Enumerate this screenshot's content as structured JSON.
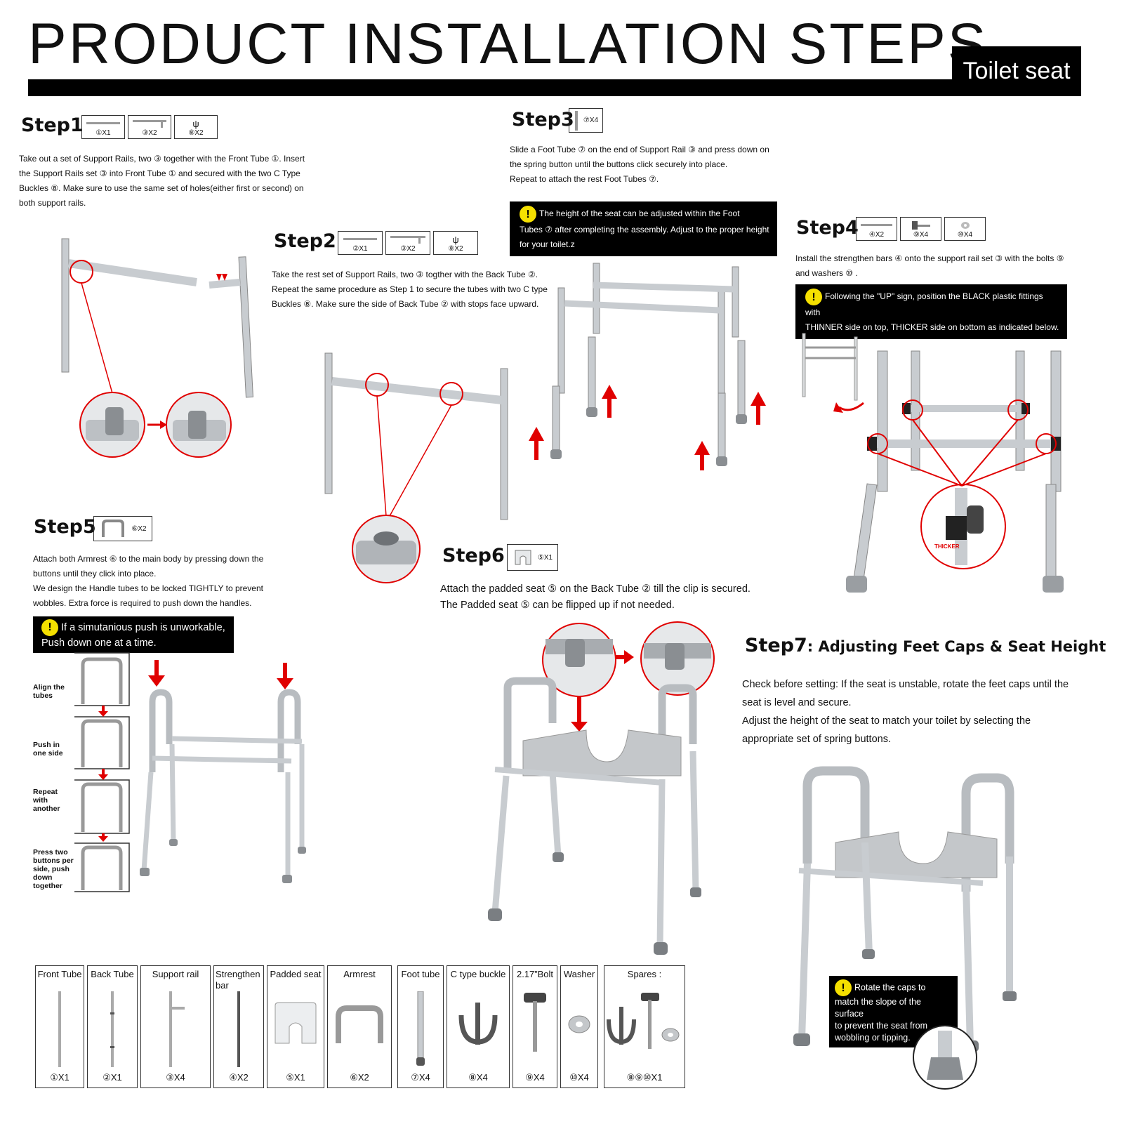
{
  "header": {
    "title": "PRODUCT INSTALLATION STEPS",
    "badge": "Toilet seat"
  },
  "step1": {
    "heading": "Step1",
    "parts": [
      "①X1",
      "③X2",
      "⑧X2"
    ],
    "lines": [
      "Take out a set of Support Rails, two ③  together with the Front Tube ①. Insert",
      "the Support Rails set ③ into Front Tube ① and secured with the two C Type",
      "Buckles ⑧. Make sure to use the same set of holes(either first or second) on",
      "both support rails."
    ]
  },
  "step2": {
    "heading": "Step2",
    "parts": [
      "②X1",
      "③X2",
      "⑧X2"
    ],
    "lines": [
      "Take the rest set of Support Rails, two ③  togther with the Back Tube ②.",
      "Repeat the same procedure as Step 1 to secure the tubes with two C type",
      "Buckles ⑧. Make sure the side of Back Tube ② with stops  face upward."
    ]
  },
  "step3": {
    "heading": "Step3",
    "parts": [
      "⑦X4"
    ],
    "lines": [
      "Slide a Foot Tube ⑦ on the end of Support Rail ③ and press down on",
      "the spring button until the buttons click securely into place.",
      "Repeat to attach the rest Foot Tubes ⑦."
    ],
    "note": [
      "The height of the seat can be adjusted within the Foot",
      "Tubes ⑦ after completing the assembly. Adjust to the proper height",
      "for your toilet.z"
    ]
  },
  "step4": {
    "heading": "Step4",
    "parts": [
      "④X2",
      "⑨X4",
      "⑩X4"
    ],
    "lines": [
      "Install the strengthen bars ④ onto the support rail set ③ with the bolts ⑨",
      "and washers ⑩ ."
    ],
    "note": [
      "Following the \"UP\" sign, position the BLACK plastic fittings with",
      "THINNER side on top, THICKER side on bottom as indicated below."
    ],
    "callout": "THICKER"
  },
  "step5": {
    "heading": "Step5",
    "parts": [
      "⑥X2"
    ],
    "lines": [
      "Attach both Armrest ⑥ to the main body by pressing down the",
      "buttons until they click into place.",
      "We design the Handle tubes to be locked TIGHTLY to prevent",
      "wobbles. Extra force is required to push down the handles."
    ],
    "note": [
      "If a simutanious push is unworkable,",
      "Push down one at a time."
    ],
    "substeps": [
      "Align the tubes",
      "Push in one side",
      "Repeat with another",
      "Press two buttons per side, push down together"
    ]
  },
  "step6": {
    "heading": "Step6",
    "parts": [
      "⑤X1"
    ],
    "lines": [
      "Attach the padded seat  ⑤ on the Back Tube ② till the clip is secured.",
      "The Padded seat ⑤ can be flipped up if not needed."
    ]
  },
  "step7": {
    "heading": "Step7",
    "subheading": ": Adjusting Feet Caps & Seat Height",
    "lines": [
      "Check before setting: If the seat is unstable, rotate the feet caps until the",
      "seat is level and secure.",
      "Adjust the height of the seat to match your toilet by selecting the",
      "appropriate set of spring buttons."
    ],
    "note": [
      "Rotate the caps to",
      "match the slope of the surface",
      "to prevent the seat from",
      "wobbling or tipping."
    ]
  },
  "parts_table": [
    {
      "name": "Front Tube",
      "qty": "①X1"
    },
    {
      "name": "Back Tube",
      "qty": "②X1"
    },
    {
      "name": "Support rail",
      "qty": "③X4"
    },
    {
      "name": "Strengthen bar",
      "qty": "④X2"
    },
    {
      "name": "Padded seat",
      "qty": "⑤X1"
    },
    {
      "name": "Armrest",
      "qty": "⑥X2"
    },
    {
      "name": "Foot tube",
      "qty": "⑦X4"
    },
    {
      "name": "C type buckle",
      "qty": "⑧X4"
    },
    {
      "name": "2.17”Bolt",
      "qty": "⑨X4"
    },
    {
      "name": "Washer",
      "qty": "⑩X4"
    },
    {
      "name": "Spares :",
      "qty": "⑧⑨⑩X1"
    }
  ],
  "colors": {
    "accent_red": "#e00000",
    "warning_yellow": "#f5e000",
    "tube_gray": "#c8ccd0"
  },
  "icons": [
    "warning-icon",
    "up-arrow-icon",
    "down-arrow-icon",
    "right-arrow-icon",
    "rotate-arrow-icon"
  ]
}
